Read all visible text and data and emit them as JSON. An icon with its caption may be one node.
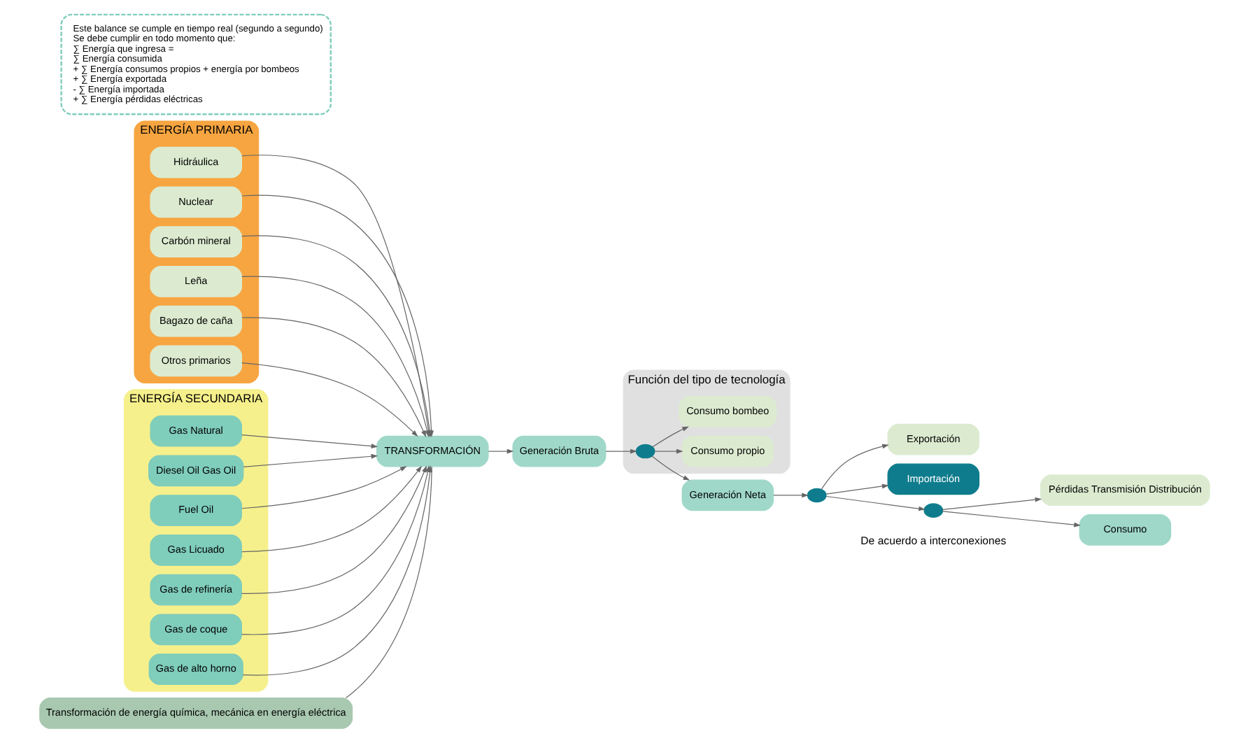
{
  "diagram": {
    "nodes": [
      {
        "text": [
          "ENERGÍA PRIMARIA"
        ]
      },
      {
        "text": [
          "Hidráulica"
        ],
        "in": 0
      },
      {
        "text": [
          "Nuclear"
        ],
        "in": 0
      },
      {
        "text": [
          "Carbón mineral"
        ],
        "in": 0
      },
      {
        "text": [
          "Leña"
        ],
        "in": 0
      },
      {
        "text": [
          "Bagazo de caña"
        ],
        "in": 0
      },
      {
        "text": [
          "Otros primarios"
        ],
        "in": 0
      },
      {
        "text": [
          "ENERGÍA SECUNDARIA"
        ]
      },
      {
        "text": [
          "Gas Natural"
        ],
        "in": 7
      },
      {
        "text": [
          "Diesel Oil Gas Oil"
        ],
        "in": 7
      },
      {
        "text": [
          "Fuel Oil"
        ],
        "in": 7
      },
      {
        "text": [
          "Gas Licuado"
        ],
        "in": 7
      },
      {
        "text": [
          "Gas de refinería"
        ],
        "in": 7
      },
      {
        "text": [
          "Gas de coque"
        ],
        "in": 7
      },
      {
        "text": [
          "Gas de alto horno"
        ],
        "in": 7
      },
      {
        "text": [
          "TRANSFORMACIÓN"
        ]
      },
      {
        "text": [
          "Transformación de energía química, mecánica en energía eléctrica"
        ]
      },
      {
        "text": [
          "Generación Bruta"
        ]
      },
      {
        "text": [
          "Función del tipo de tecnología"
        ]
      },
      {
        "text": [
          "Consumo propio"
        ],
        "in": 18
      },
      {
        "text": [],
        "shape": "circle",
        "in": 18
      },
      {
        "text": [
          "Consumo bombeo"
        ],
        "in": 18
      },
      {
        "text": [
          "Generación Neta"
        ]
      },
      {
        "text": [
          "Exportación"
        ]
      },
      {
        "text": [],
        "shape": "circle"
      },
      {
        "text": [
          "Importación"
        ]
      },
      {
        "text": [
          "Pérdidas Transmisión Distribución"
        ]
      },
      {
        "text": [],
        "shape": "circle"
      },
      {
        "text": [
          "Consumo"
        ]
      },
      {
        "text": [
          "Este balance se cumple en tiempo real (segundo a segundo)",
          "Se debe cumplir en todo momento que:",
          "∑ Energía que ingresa =",
          "∑ Energía consumida",
          "+ ∑ Energía consumos propios + energía por bombeos",
          "+ ∑ Energía exportada",
          "- ∑ Energía importada",
          "+ ∑ Energía pérdidas eléctricas"
        ]
      }
    ],
    "edges": [
      {
        "from": 1,
        "to": 15,
        "arrow": "to"
      },
      {
        "from": 2,
        "to": 15,
        "arrow": "to"
      },
      {
        "from": 3,
        "to": 15,
        "arrow": "to"
      },
      {
        "from": 4,
        "to": 15,
        "arrow": "to"
      },
      {
        "from": 5,
        "to": 15,
        "arrow": "to"
      },
      {
        "from": 6,
        "to": 15,
        "arrow": "to"
      },
      {
        "from": 8,
        "to": 15,
        "arrow": "to"
      },
      {
        "from": 9,
        "to": 15,
        "arrow": "to"
      },
      {
        "from": 10,
        "to": 15,
        "arrow": "to"
      },
      {
        "from": 11,
        "to": 15,
        "arrow": "to"
      },
      {
        "from": 12,
        "to": 15,
        "arrow": "to"
      },
      {
        "from": 13,
        "to": 15,
        "arrow": "to"
      },
      {
        "from": 14,
        "to": 15,
        "arrow": "to"
      },
      {
        "from": 16,
        "to": 15,
        "arrow": "none"
      },
      {
        "from": 15,
        "to": 17,
        "arrow": "to"
      },
      {
        "from": 17,
        "to": 20,
        "arrow": "to"
      },
      {
        "from": 20,
        "to": 19,
        "arrow": "to"
      },
      {
        "from": 20,
        "to": 21,
        "arrow": "to"
      },
      {
        "from": 20,
        "to": 22,
        "arrow": "to"
      },
      {
        "from": 22,
        "to": 24,
        "arrow": "to"
      },
      {
        "from": 24,
        "to": 23,
        "arrow": "to"
      },
      {
        "from": 24,
        "to": 25,
        "arrow": "to"
      },
      {
        "from": 24,
        "to": 27,
        "arrow": "to"
      },
      {
        "from": 27,
        "to": 26,
        "arrow": "to"
      },
      {
        "from": 27,
        "to": 28,
        "arrow": "to"
      }
    ],
    "labels": [
      "De acuerdo a interconexiones"
    ]
  }
}
